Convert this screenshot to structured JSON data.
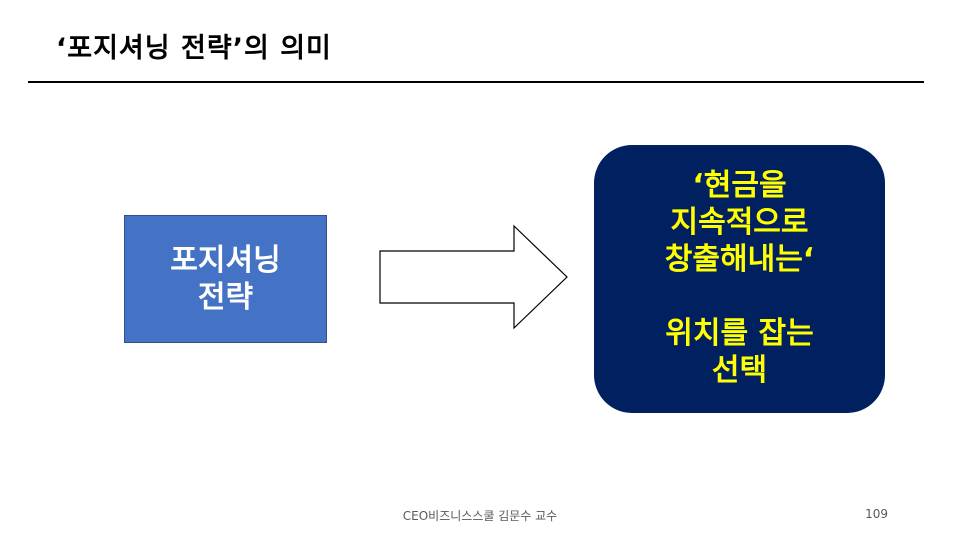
{
  "slide": {
    "title": "‘포지셔닝 전략’의 의미",
    "left_box": {
      "lines": [
        "포지셔닝",
        "전략"
      ],
      "fill": "#4472c4",
      "text_color": "#ffffff"
    },
    "arrow": {
      "direction": "right",
      "fill": "#ffffff",
      "stroke": "#000000"
    },
    "right_box": {
      "lines_top": [
        "‘현금을",
        "지속적으로",
        "창출해내는‘"
      ],
      "lines_bottom": [
        "위치를 잡는",
        "선택"
      ],
      "fill": "#002060",
      "text_color": "#ffff00"
    },
    "footer": "CEO비즈니스스쿨 김문수 교수",
    "page_number": "109"
  }
}
